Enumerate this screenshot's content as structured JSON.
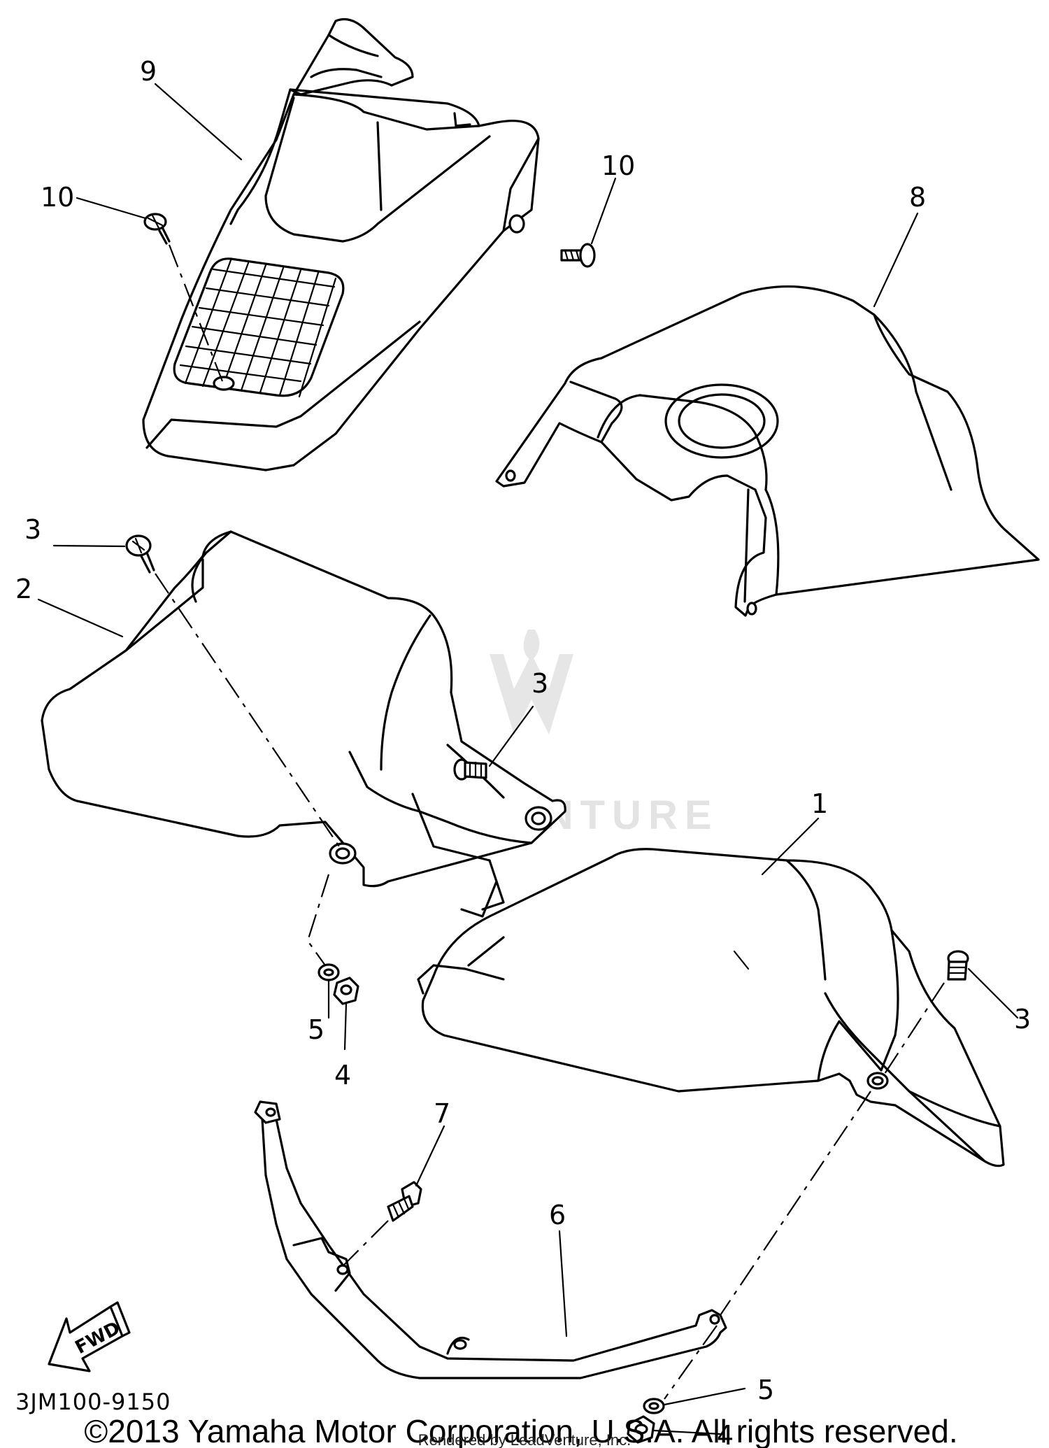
{
  "watermark": {
    "text": "LEADVENTURE"
  },
  "callouts": {
    "c1": "1",
    "c2": "2",
    "c3a": "3",
    "c3b": "3",
    "c3c": "3",
    "c4a": "4",
    "c4b": "4",
    "c5a": "5",
    "c5b": "5",
    "c6": "6",
    "c7": "7",
    "c8": "8",
    "c9": "9",
    "c10a": "10",
    "c10b": "10"
  },
  "fwd_label": "FWD",
  "diagram_code": "3JM100-9150",
  "copyright": "©2013 Yamaha Motor Corporation, U.S.A. All rights reserved.",
  "rendered_by": "Rendered by LeadVenture, Inc."
}
